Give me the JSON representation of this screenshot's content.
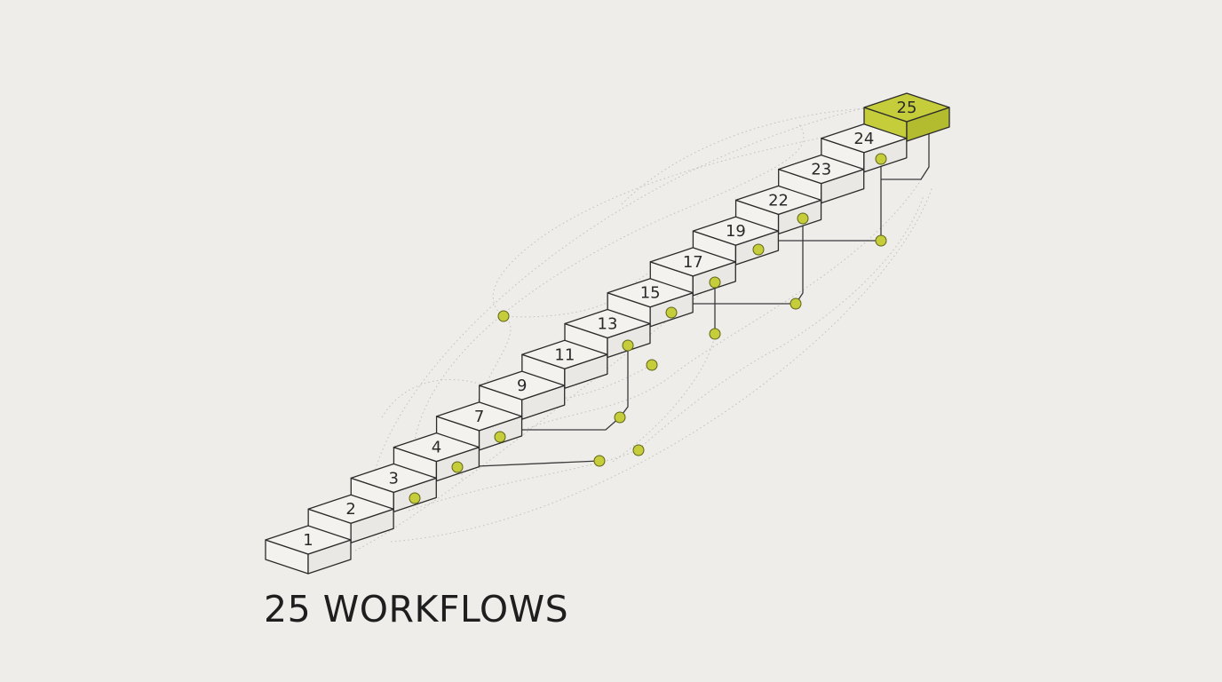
{
  "title": "25 WORKFLOWS",
  "steps": [
    {
      "label": "1"
    },
    {
      "label": "2"
    },
    {
      "label": "3"
    },
    {
      "label": "4"
    },
    {
      "label": "7"
    },
    {
      "label": "9"
    },
    {
      "label": "11"
    },
    {
      "label": "13"
    },
    {
      "label": "15"
    },
    {
      "label": "17"
    },
    {
      "label": "19"
    },
    {
      "label": "22"
    },
    {
      "label": "23"
    },
    {
      "label": "24"
    },
    {
      "label": "25",
      "highlighted": true
    }
  ],
  "colors": {
    "background": "#efedea",
    "line": "#2b2b2b",
    "step_fill": "#f3f2ef",
    "step_side": "#e9e8e4",
    "accent": "#c5cd3b",
    "accent_side": "#b3bb2f",
    "orbit": "#c2c2c0"
  }
}
